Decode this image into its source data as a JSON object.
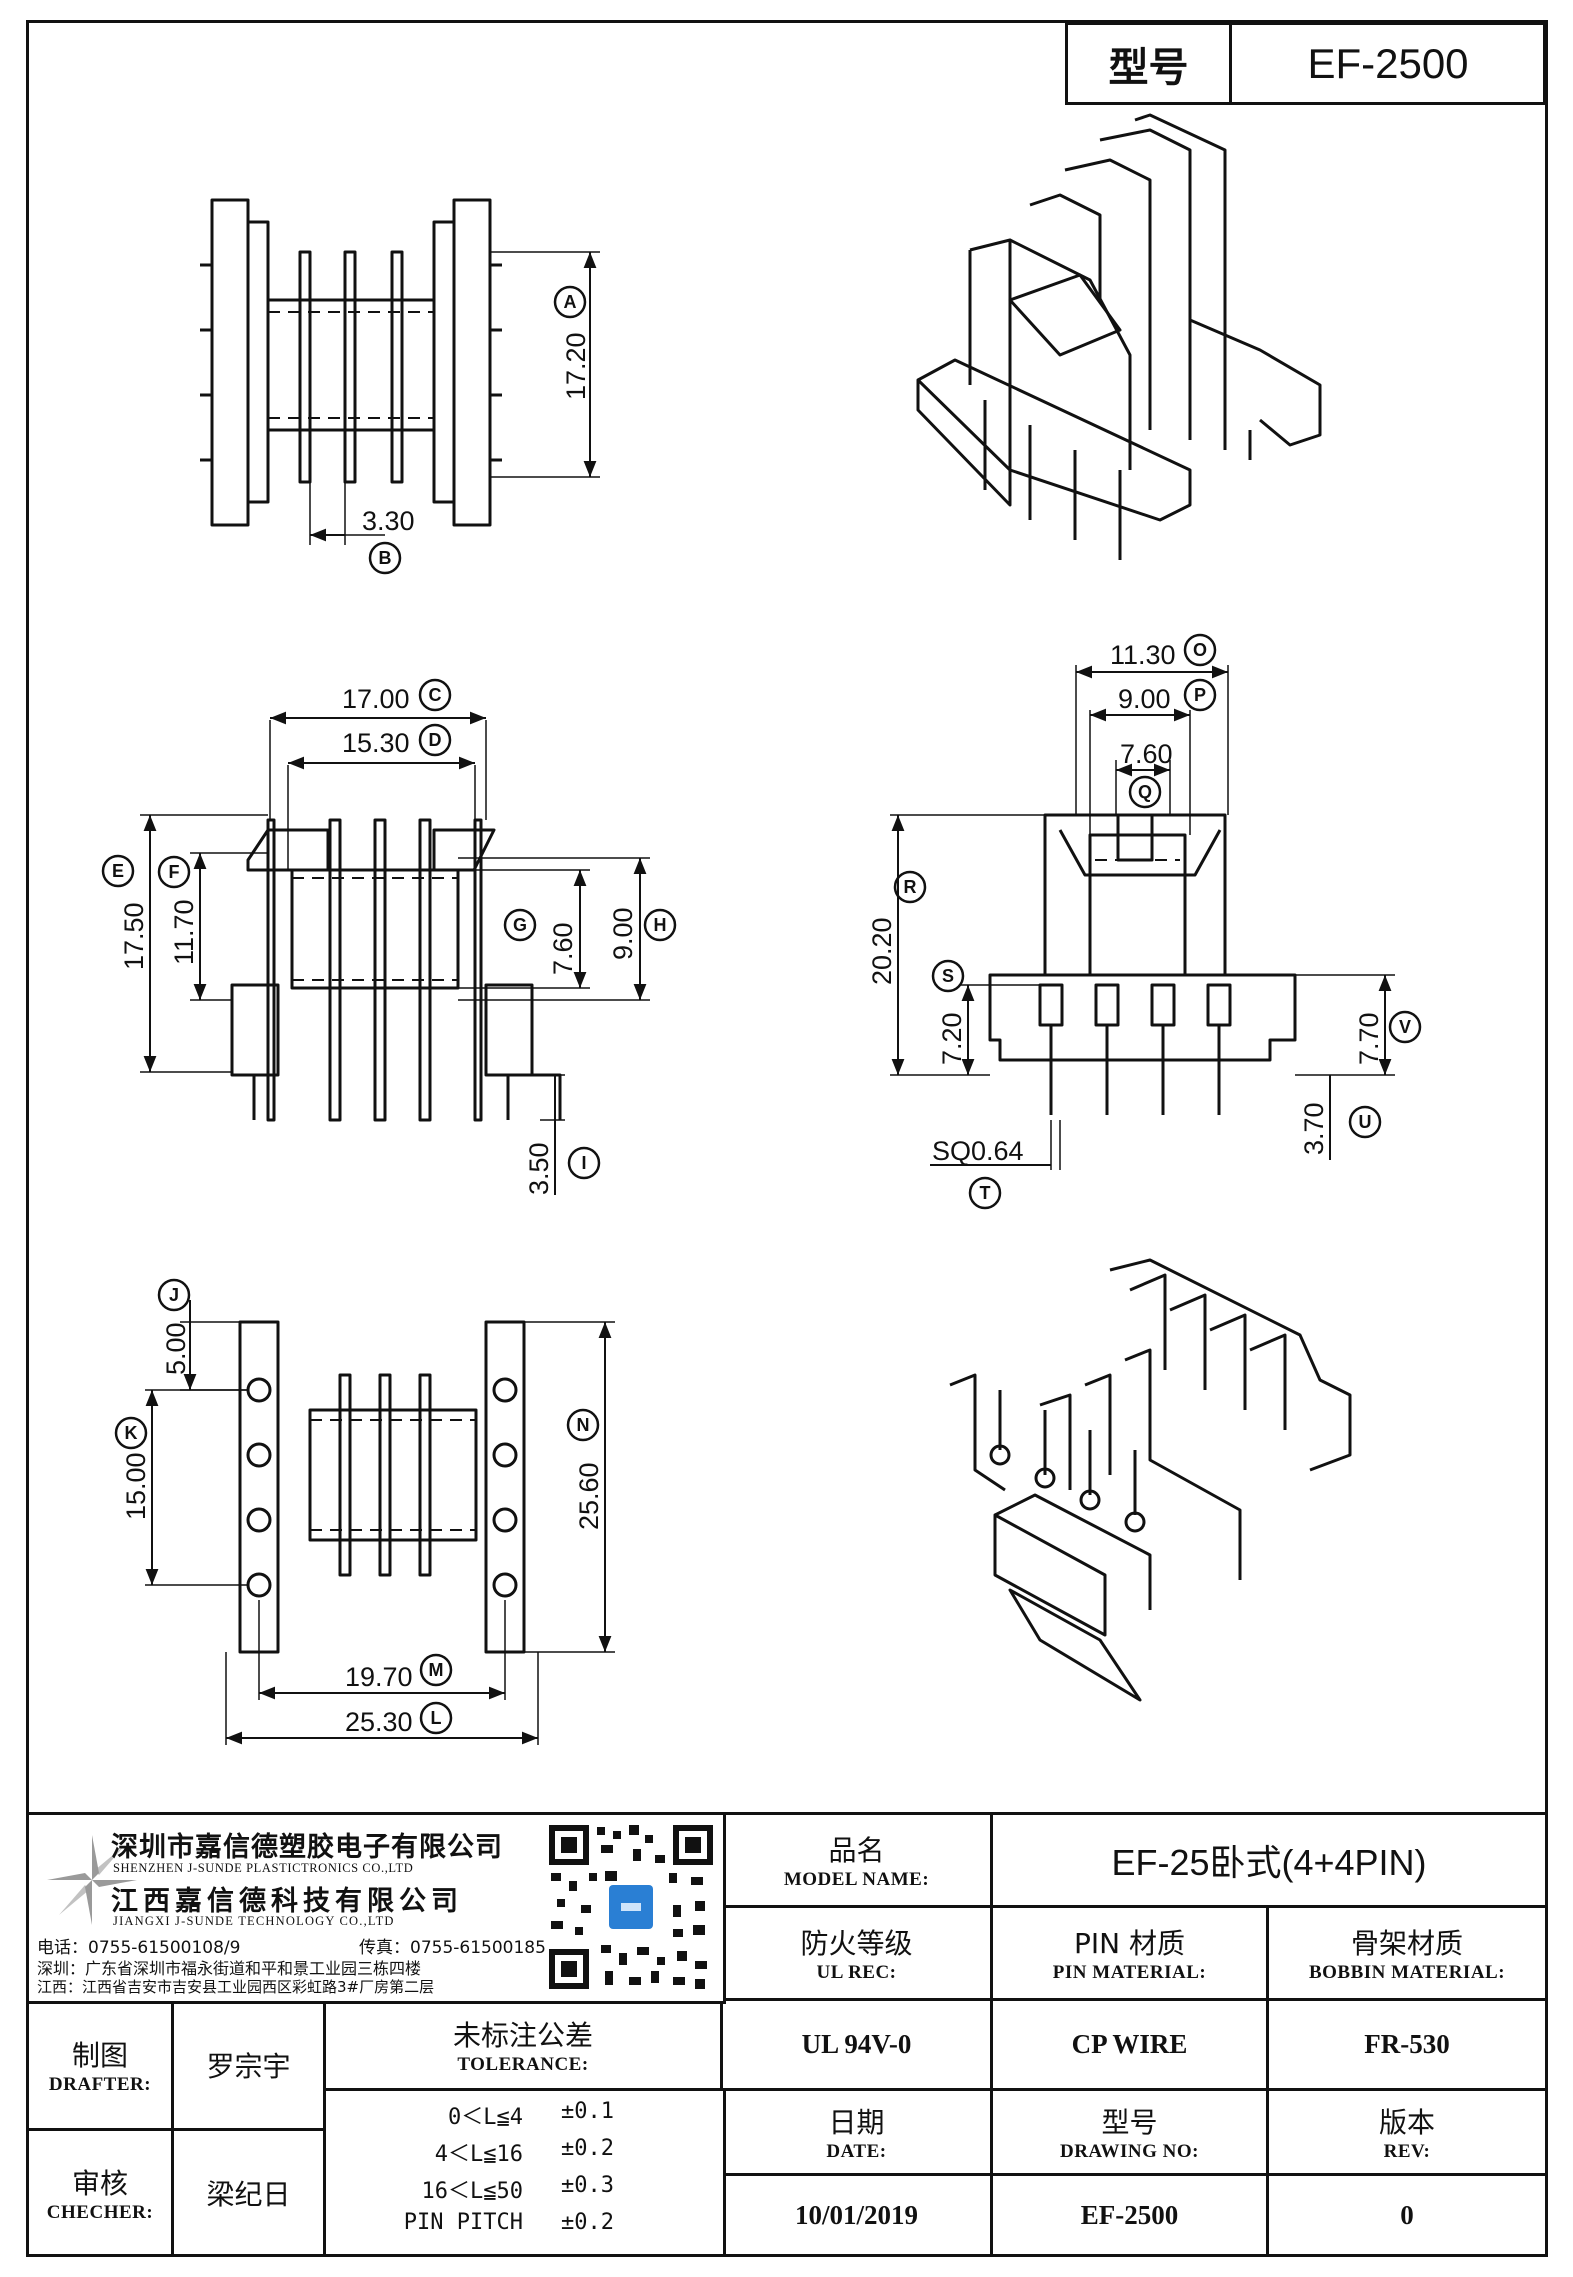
{
  "header": {
    "model_label": "型号",
    "model_value": "EF-2500"
  },
  "dims": {
    "A": "17.20",
    "B": "3.30",
    "C": "17.00",
    "D": "15.30",
    "E": "17.50",
    "F": "11.70",
    "G": "7.60",
    "H": "9.00",
    "I": "3.50",
    "J": "5.00",
    "K": "15.00",
    "L": "25.30",
    "M": "19.70",
    "N": "25.60",
    "O": "11.30",
    "P": "9.00",
    "Q": "7.60",
    "R": "20.20",
    "S": "7.20",
    "T": "SQ0.64",
    "U": "3.70",
    "V": "7.70"
  },
  "company": {
    "name_sz": "深圳市嘉信德塑胶电子有限公司",
    "name_sz_en": "SHENZHEN J-SUNDE PLASTICTRONICS CO.,LTD",
    "name_jx": "江西嘉信德科技有限公司",
    "name_jx_en": "JIANGXI J-SUNDE TECHNOLOGY CO.,LTD",
    "tel": "电话：0755-61500108/9",
    "fax": "传真：0755-61500185",
    "addr_sz": "深圳：广东省深圳市福永街道和平和景工业园三栋四楼",
    "addr_jx": "江西：江西省吉安市吉安县工业园西区彩虹路3#厂房第二层"
  },
  "title_block": {
    "product_name_label": "品名",
    "product_name_label_en": "MODEL NAME:",
    "product_name": "EF-25卧式(4+4PIN)",
    "fire_label": "防火等级",
    "fire_label_en": "UL REC:",
    "pin_mat_label": "PIN 材质",
    "pin_mat_label_en": "PIN MATERIAL:",
    "bobbin_mat_label": "骨架材质",
    "bobbin_mat_label_en": "BOBBIN MATERIAL:",
    "fire_value": "UL 94V-0",
    "pin_mat_value": "CP WIRE",
    "bobbin_mat_value": "FR-530",
    "date_label": "日期",
    "date_label_en": "DATE:",
    "drawing_label": "型号",
    "drawing_label_en": "DRAWING NO:",
    "rev_label": "版本",
    "rev_label_en": "REV:",
    "date_value": "10/01/2019",
    "drawing_value": "EF-2500",
    "rev_value": "0",
    "drafter_label": "制图",
    "drafter_label_en": "DRAFTER:",
    "drafter_name": "罗宗宇",
    "checker_label": "审核",
    "checker_label_en": "CHECHER:",
    "checker_name": "梁纪日",
    "tolerance_label": "未标注公差",
    "tolerance_label_en": "TOLERANCE:",
    "tolerance_rows": [
      {
        "range": "0＜L≦4",
        "tol": "±0.1"
      },
      {
        "range": "4＜L≦16",
        "tol": "±0.2"
      },
      {
        "range": "16＜L≦50",
        "tol": "±0.3"
      },
      {
        "range": "PIN PITCH",
        "tol": "±0.2"
      }
    ]
  },
  "colors": {
    "line": "#111111",
    "qr_accent": "#2a7fd4",
    "logo_gray": "#9a9a9a"
  }
}
